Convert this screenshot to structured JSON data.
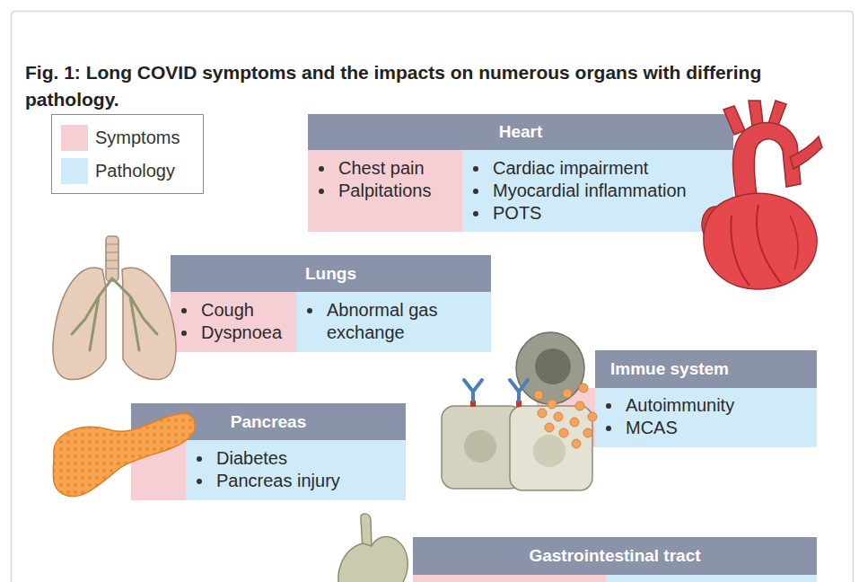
{
  "diagram": {
    "title": "Fig. 1: Long COVID symptoms and the impacts on numerous organs with differing pathology.",
    "nodes": [
      {
        "text": [
          "Heart"
        ]
      },
      {
        "text": [
          "Chest pain",
          "Palpitations"
        ],
        "in": 0
      },
      {
        "text": [
          "Cardiac impairment",
          "Myocardial inflammation",
          "POTS"
        ],
        "in": 0
      },
      {
        "text": [
          "Lungs"
        ]
      },
      {
        "text": [
          "Cough",
          "Dyspnoea"
        ],
        "in": 3
      },
      {
        "text": [
          "Abnormal gas exchange"
        ],
        "in": 3
      },
      {
        "text": [
          "Immue system"
        ]
      },
      {
        "text": [
          "Autoimmunity",
          "MCAS"
        ],
        "in": 6
      },
      {
        "text": [
          "Pancreas"
        ]
      },
      {
        "text": [
          "Diabetes",
          "Pancreas injury"
        ],
        "in": 8
      },
      {
        "text": [
          "Gastrointestinal tract"
        ]
      }
    ],
    "legend": [
      {
        "text": "Symptoms",
        "color": "#f6cfd5"
      },
      {
        "text": "Pathology",
        "color": "#cfeaf8"
      }
    ]
  }
}
